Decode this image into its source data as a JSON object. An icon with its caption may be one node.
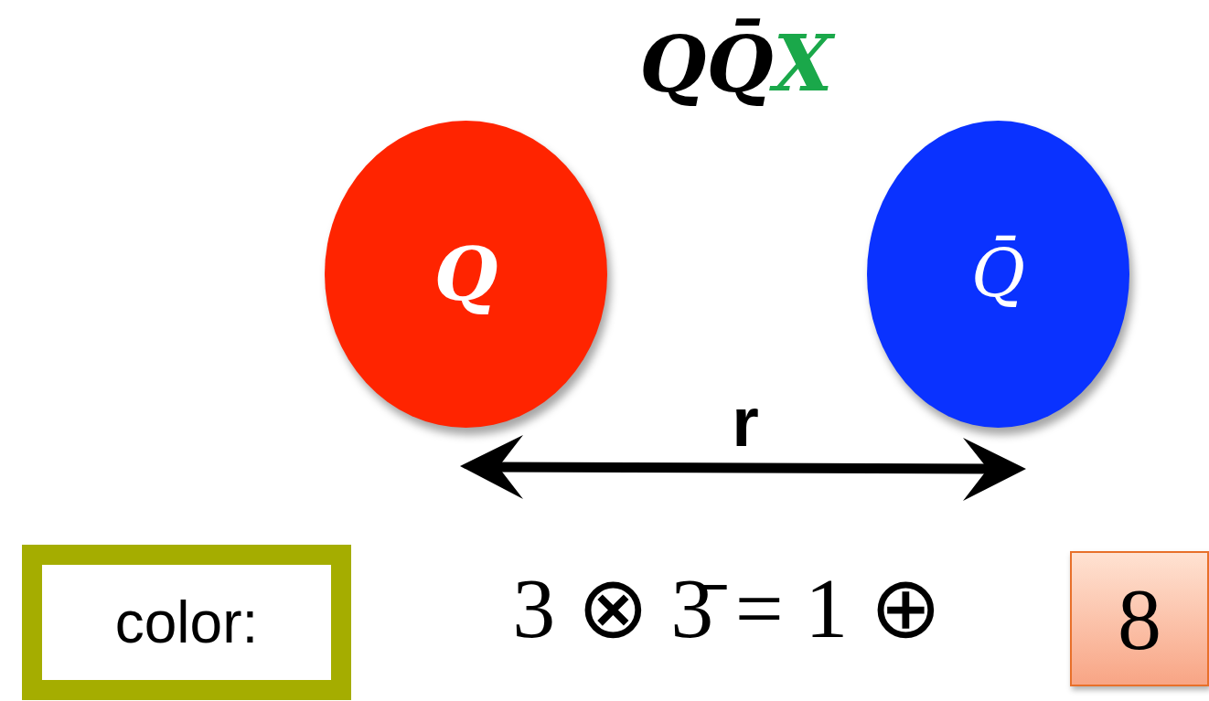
{
  "diagram": {
    "title": "QQ̄X",
    "nodes": [
      {
        "text": [
          "Q"
        ]
      },
      {
        "text": [
          "Q̄"
        ]
      },
      {
        "text": [
          "color:"
        ]
      },
      {
        "text": [
          "8"
        ]
      }
    ],
    "labels": [
      "r",
      "3 ⊗ 3̄ = 1 ⊕"
    ]
  }
}
